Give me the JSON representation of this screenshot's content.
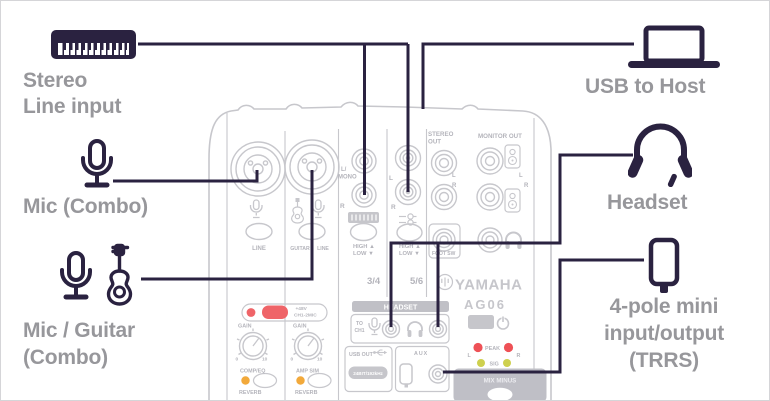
{
  "colors": {
    "accent_dark": "#2a2240",
    "label_gray": "#97979b",
    "mixer_gray": "#c7c7cc",
    "mixer_fill_gray": "#c0c0c6",
    "led_red": "#ee5156",
    "led_yellow": "#ced04e",
    "led_orange": "#f2a93b",
    "switch_red": "#ef6468",
    "background": "#ffffff",
    "border": "#d5d5d8"
  },
  "icons": [
    "keyboard-icon",
    "laptop-icon",
    "microphone-icon",
    "guitar-icon",
    "headset-icon",
    "smartphone-icon",
    "speaker-icon",
    "headphone-icon",
    "usb-icon",
    "power-icon",
    "rca-plug-icon"
  ],
  "callouts": {
    "stereo_line_input": {
      "line1": "Stereo",
      "line2": "Line input",
      "icon": "keyboard-icon"
    },
    "usb_to_host": {
      "label": "USB to Host",
      "icon": "laptop-icon"
    },
    "mic_combo": {
      "label": "Mic (Combo)",
      "icon": "microphone-icon"
    },
    "headset": {
      "label": "Headset",
      "icon": "headset-icon"
    },
    "mic_guitar_combo": {
      "line1": "Mic / Guitar",
      "line2": "(Combo)",
      "icons": [
        "microphone-icon",
        "guitar-icon"
      ]
    },
    "trrs_4pole": {
      "line1": "4-pole mini",
      "line2": "input/output",
      "line3": "(TRRS)",
      "icon": "smartphone-icon"
    }
  },
  "mixer": {
    "brand": "YAMAHA",
    "model": "AG06",
    "sections": {
      "stereo_out_line1": "STEREO",
      "stereo_out_line2": "OUT",
      "monitor_out": "MONITOR OUT",
      "headset_title": "HEADSET",
      "to_ch1_line1": "TO",
      "to_ch1_line2": "CH1",
      "usb_out": "USB OUT",
      "usb_badge": "24BIT/192kHz",
      "aux": "AUX",
      "foot_sw": "FOOT SW",
      "mix_minus": "MIX MINUS"
    },
    "channels": {
      "line": "LINE",
      "guitar": "GUITAR",
      "gain": "GAIN",
      "comp_eq": "COMP/EQ",
      "amp_sim": "AMP SIM",
      "reverb": "REVERB",
      "phantom_line1": "+48V",
      "phantom_line2": "CH1-2MIC",
      "knob_min": "0",
      "knob_max": "10",
      "ch34": "3/4",
      "ch56": "5/6",
      "l_mono_line1": "L/",
      "l_mono_line2": "MONO",
      "high": "HIGH ▲",
      "low": "LOW ▼",
      "l": "L",
      "r": "R",
      "peak": "PEAK",
      "sig": "SIG"
    }
  }
}
